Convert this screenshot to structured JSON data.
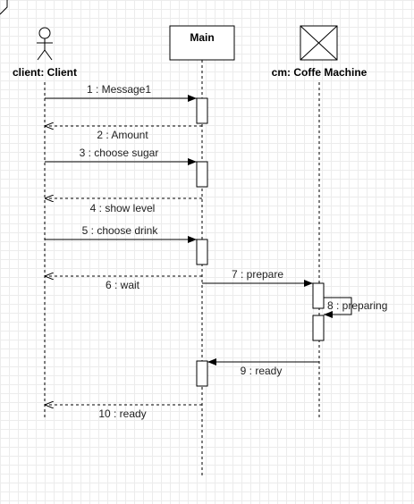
{
  "diagram": {
    "participants": [
      {
        "id": "client",
        "label": "client: Client",
        "kind": "actor"
      },
      {
        "id": "main",
        "label": "Main",
        "kind": "box"
      },
      {
        "id": "cm",
        "label": "cm: Coffe Machine",
        "kind": "crossed-box"
      }
    ],
    "messages": [
      {
        "label": "1 : Message1",
        "kind": "sync"
      },
      {
        "label": "2 : Amount",
        "kind": "return"
      },
      {
        "label": "3 : choose sugar",
        "kind": "sync"
      },
      {
        "label": "4 : show level",
        "kind": "return"
      },
      {
        "label": "5 : choose drink",
        "kind": "sync"
      },
      {
        "label": "6 : wait",
        "kind": "return"
      },
      {
        "label": "7 : prepare",
        "kind": "sync"
      },
      {
        "label": "8 : preparing",
        "kind": "self"
      },
      {
        "label": "9 : ready",
        "kind": "sync"
      },
      {
        "label": "10 : ready",
        "kind": "return"
      }
    ]
  }
}
